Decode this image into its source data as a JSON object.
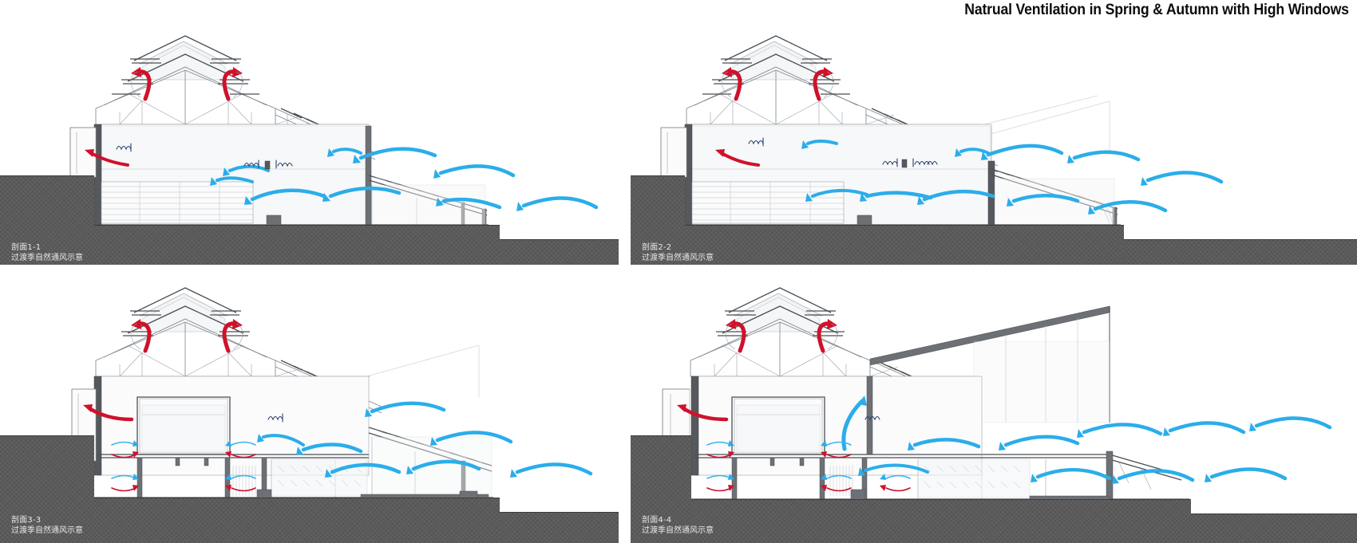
{
  "header": {
    "title": "Natrual Ventilation in Spring & Autumn with High Windows"
  },
  "colors": {
    "exhaust_arrow": "#d0112b",
    "intake_arrow": "#2badea",
    "ground": "#5b5b5b",
    "caption_text": "#e8e8e8",
    "line_work": "#7d8287"
  },
  "legend_semantics": {
    "red_arrow": "warm air exhaust through high windows",
    "blue_arrow": "fresh air intake",
    "coil_symbol": "operable high window"
  },
  "panels": [
    {
      "id": "section-1-1",
      "code": "剖面1-1",
      "subtitle": "过渡季自然通风示意",
      "red_arrows": 3,
      "blue_arrows": 9,
      "window_symbols": 3
    },
    {
      "id": "section-2-2",
      "code": "剖面2-2",
      "subtitle": "过渡季自然通风示意",
      "red_arrows": 3,
      "blue_arrows": 10,
      "window_symbols": 4
    },
    {
      "id": "section-3-3",
      "code": "剖面3-3",
      "subtitle": "过渡季自然通风示意",
      "red_arrows": 3,
      "blue_arrows": 11,
      "window_symbols": 5
    },
    {
      "id": "section-4-4",
      "code": "剖面4-4",
      "subtitle": "过渡季自然通风示意",
      "red_arrows": 3,
      "blue_arrows": 12,
      "window_symbols": 5
    }
  ]
}
